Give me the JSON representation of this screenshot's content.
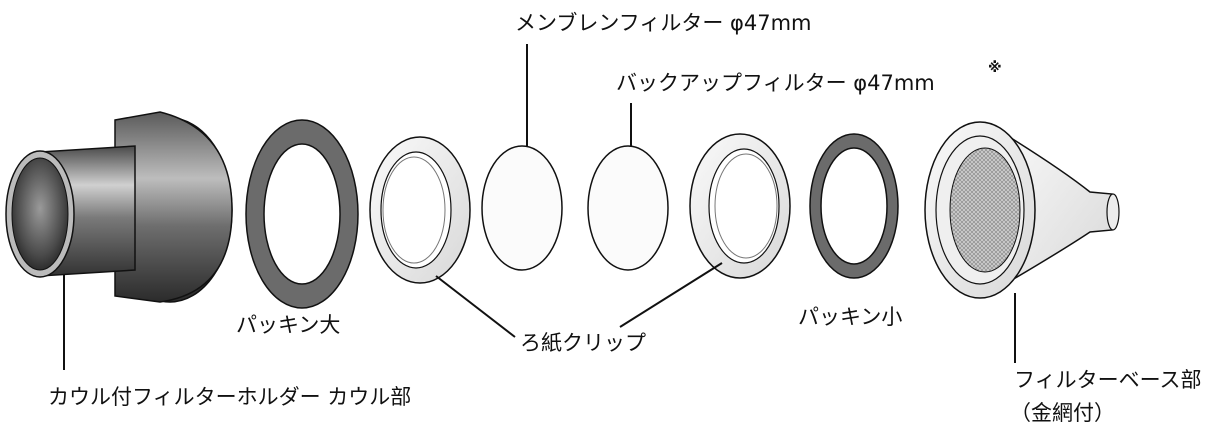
{
  "labels": {
    "membrane_filter": "メンブレンフィルター φ47mm",
    "backup_filter": "バックアップフィルター φ47mm",
    "asterisk": "※",
    "gasket_large": "パッキン大",
    "paper_clip": "ろ紙クリップ",
    "gasket_small": "パッキン小",
    "cowl_part": "カウル付フィルターホルダー カウル部",
    "filter_base": "フィルターベース部",
    "filter_base_note": "（金網付）"
  },
  "colors": {
    "line": "#111111",
    "gasket": "#6b6b6b",
    "cowl_dark": "#3a3a3a",
    "part_light": "#e8e8e8"
  }
}
